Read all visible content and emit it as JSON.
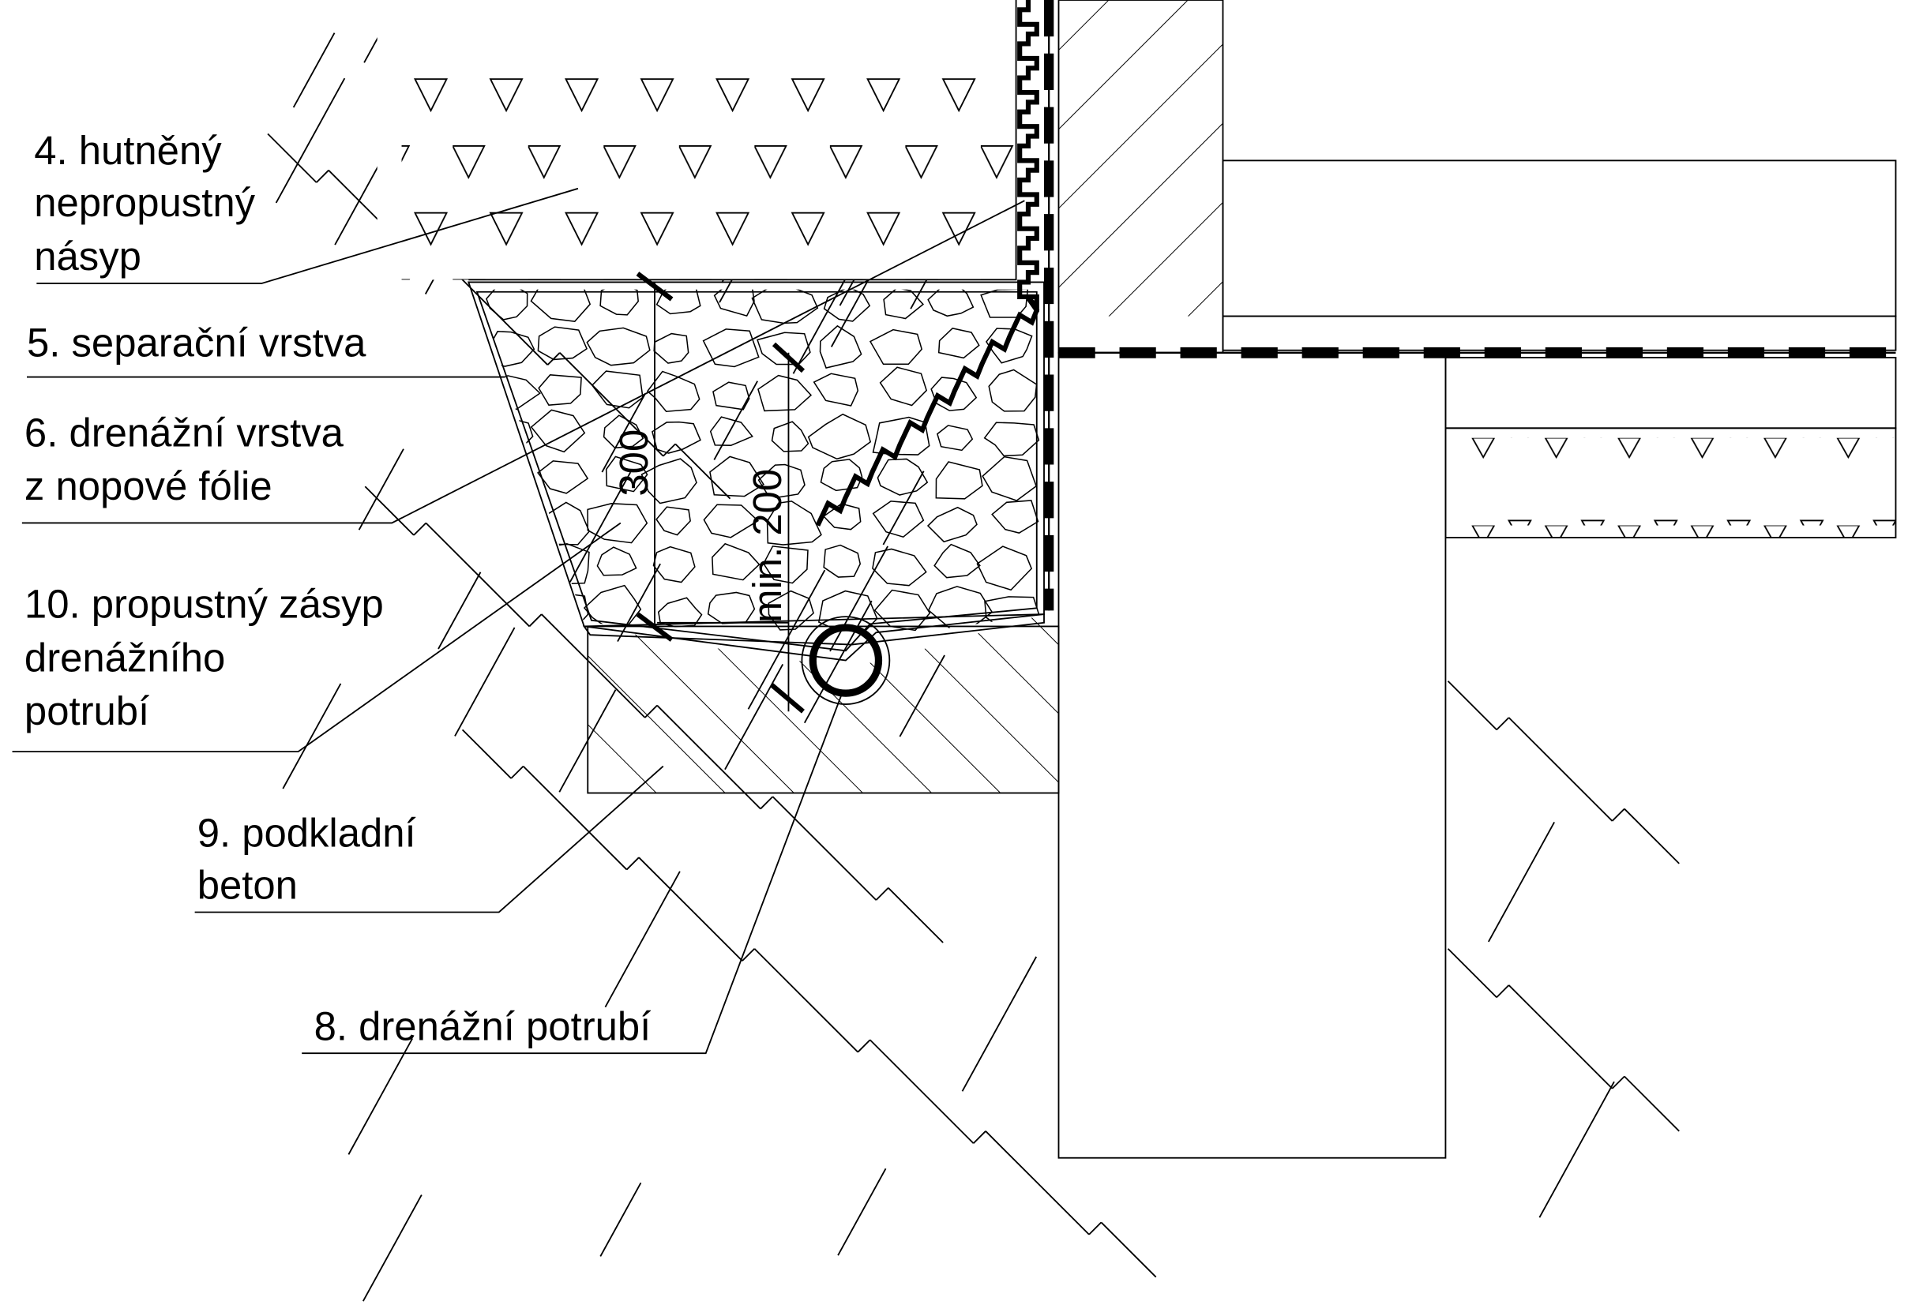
{
  "title": "Drenáž u základu – detail",
  "labels": {
    "l4": [
      "4. hutněný",
      "nepropustný",
      "násyp"
    ],
    "l5": [
      "5. separační vrstva"
    ],
    "l6": [
      "6. drenážní vrstva",
      "z nopové fólie"
    ],
    "l10": [
      "10. propustný zásyp",
      "drenážního",
      "potrubí"
    ],
    "l9": [
      "9. podkladní",
      "beton"
    ],
    "l8": [
      "8. drenážní potrubí"
    ]
  },
  "dimensions": {
    "d300": "300",
    "d200": "min. 200"
  },
  "colors": {
    "line": "#000000",
    "background": "#ffffff"
  }
}
